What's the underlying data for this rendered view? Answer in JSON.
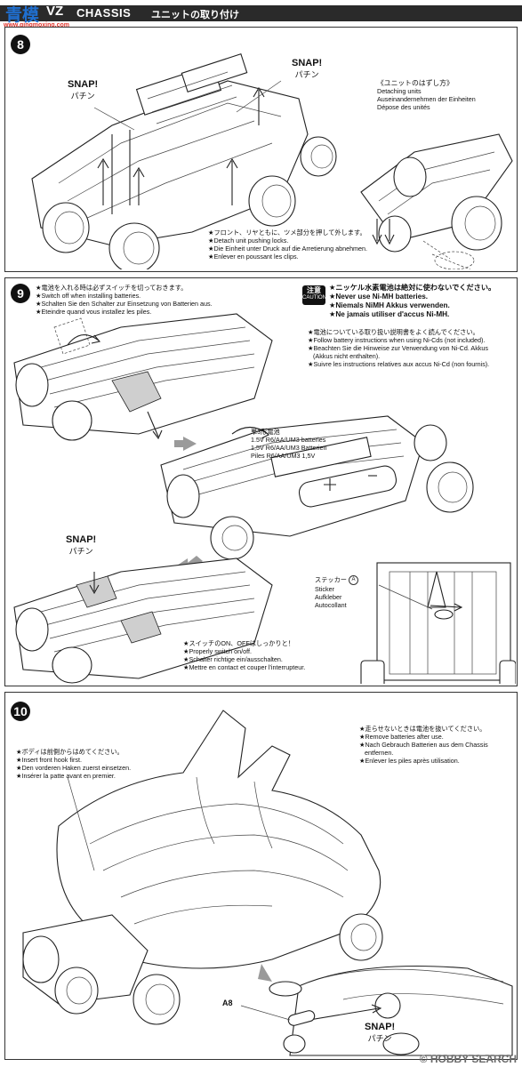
{
  "header": {
    "title": "CHASSIS",
    "title_prefix": "VZ",
    "subtitle": "ユニットの取り付け"
  },
  "watermark": {
    "logo": "青模",
    "site": "www.qingmoxing.com",
    "bottom": "© HOBBY SEARCH"
  },
  "step8": {
    "number": "8",
    "snap_left_en": "SNAP!",
    "snap_left_jp": "パチン",
    "snap_right_en": "SNAP!",
    "snap_right_jp": "パチン",
    "detach_title": "《ユニットのはずし方》",
    "detach_lines": [
      "Detaching units",
      "Auseinandernehmen der Einheiten",
      "Dépose des unités"
    ],
    "notes": [
      "★フロント、リヤともに、ツメ部分を押して外します。",
      "★Detach unit pushing locks.",
      "★Die Einheit unter Druck auf die Arretierung abnehmen.",
      "★Enlever en poussant les clips."
    ]
  },
  "step9": {
    "number": "9",
    "switch_notes": [
      "★電池を入れる時は必ずスイッチを切っておきます。",
      "★Switch off when installing batteries.",
      "★Schalten Sie den Schalter zur Einsetzung von Batterien aus.",
      "★Eteindre quand vous installez les piles."
    ],
    "caution_jp": "注意",
    "caution_en": "CAUTION",
    "caution_notes": [
      "★ニッケル水素電池は絶対に使わないでください。",
      "★Never use Ni-MH batteries.",
      "★Niemals NiMH Akkus verwenden.",
      "★Ne jamais utiliser d'accus Ni-MH."
    ],
    "nicd_notes": [
      "★電池についている取り扱い説明書をよく読んでください。",
      "★Follow battery instructions when using Ni-Cds (not included).",
      "★Beachten Sie die Hinweise zur Verwendung von Ni-Cd. Akkus",
      "(Akkus nicht enthalten).",
      "★Suivre les instructions relatives aux accus Ni-Cd (non fournis)."
    ],
    "battery_lines": [
      "単3形電池",
      "1.5V R6/AA/UM3 batteries",
      "1,5V R6/AA/UM3 Batterien",
      "Piles R6/AA/UM3 1,5V"
    ],
    "snap_en": "SNAP!",
    "snap_jp": "パチン",
    "sticker_lines": [
      "ステッカー",
      "Sticker",
      "Aufkleber",
      "Autocollant"
    ],
    "sticker_code": "A",
    "onoff_notes": [
      "★スイッチのON、OFFはしっかりと！",
      "★Properly switch on/off.",
      "★Schalter richtige ein/ausschalten.",
      "★Mettre en contact et couper l'interrupteur."
    ]
  },
  "step10": {
    "number": "10",
    "hook_notes": [
      "★ボディは前側からはめてください。",
      "★Insert front hook first.",
      "★Den vorderen Haken zuerst einsetzen.",
      "★Insérer la patte avant en premier."
    ],
    "remove_notes": [
      "★走らせないときは電池を抜いてください。",
      "★Remove batteries after use.",
      "★Nach Gebrauch Batterien aus dem Chassis",
      "entfernen.",
      "★Enlever les piles après utilisation."
    ],
    "part_label": "A8",
    "snap_en": "SNAP!",
    "snap_jp": "パチン"
  }
}
